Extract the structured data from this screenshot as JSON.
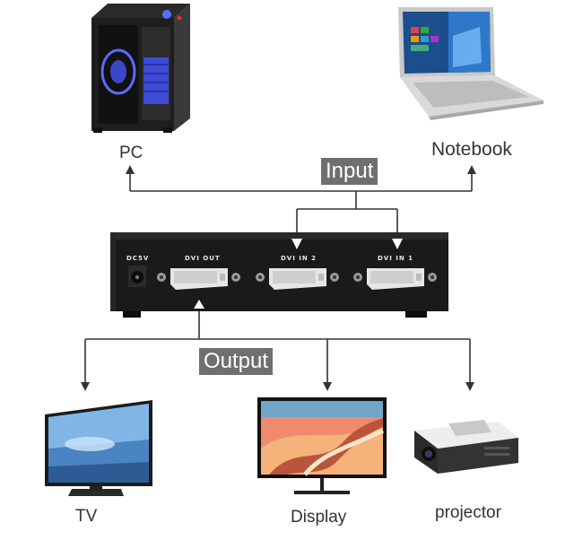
{
  "labels": {
    "pc": "PC",
    "notebook": "Notebook",
    "tv": "TV",
    "display": "Display",
    "projector": "projector"
  },
  "tags": {
    "input": "Input",
    "output": "Output"
  },
  "device": {
    "power": "DC5V",
    "dvi_out": "DVI OUT",
    "dvi_in_2": "DVI IN 2",
    "dvi_in_1": "DVI IN 1"
  },
  "colors": {
    "line": "#333333",
    "tag_bg": "#6f6f6f",
    "panel": "#1a1a1a"
  }
}
